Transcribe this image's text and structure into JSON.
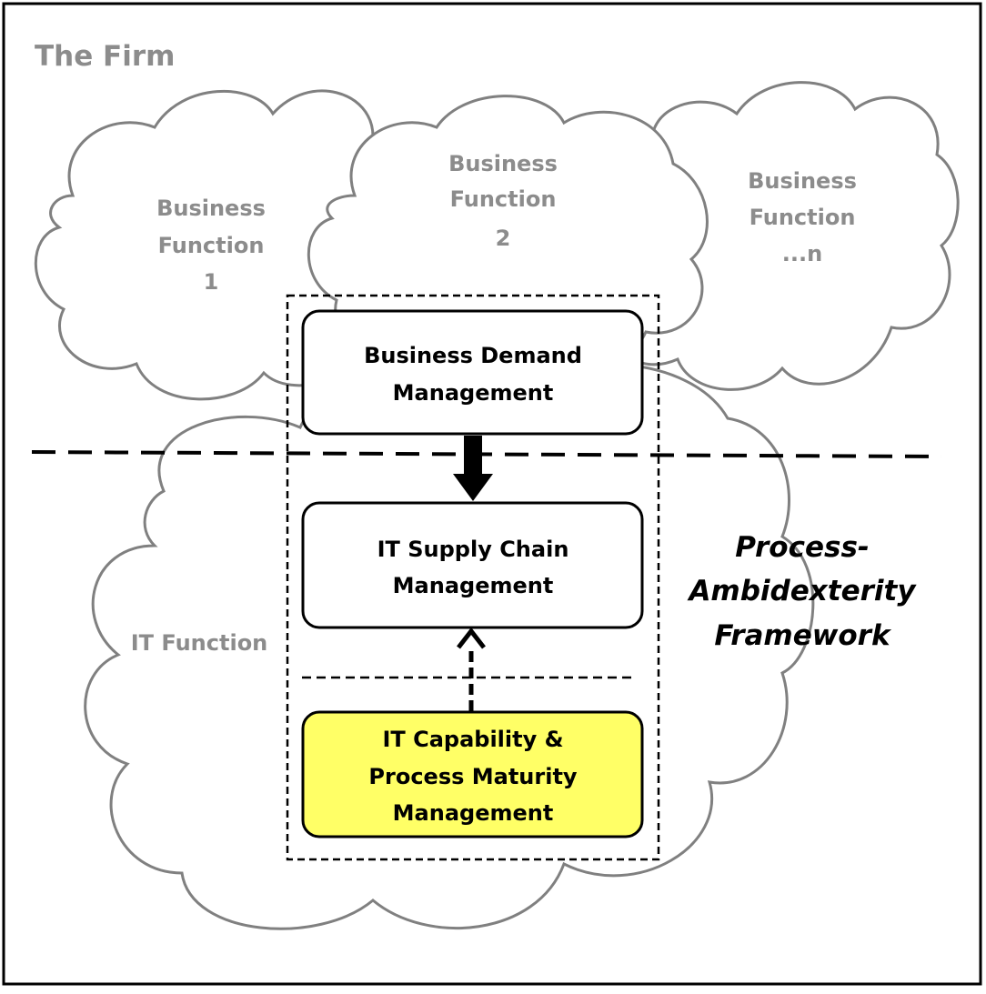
{
  "firm_title": "The Firm",
  "business_functions": [
    {
      "lines": [
        "Business",
        "Function",
        "1"
      ]
    },
    {
      "lines": [
        "Business",
        "Function",
        "2"
      ]
    },
    {
      "lines": [
        "Business",
        "Function",
        "...n"
      ]
    }
  ],
  "it_function_label": "IT Function",
  "boxes": {
    "demand": {
      "lines": [
        "Business Demand",
        "Management"
      ]
    },
    "supply": {
      "lines": [
        "IT Supply Chain",
        "Management"
      ]
    },
    "capability": {
      "lines": [
        "IT Capability &",
        "Process Maturity",
        "Management"
      ]
    }
  },
  "framework_label": {
    "lines": [
      "Process-",
      "Ambidexterity",
      "Framework"
    ]
  },
  "colors": {
    "outline": "#000000",
    "cloud_stroke": "#808080",
    "gray_text": "#8c8c8c",
    "highlight_box": "#ffff66"
  }
}
